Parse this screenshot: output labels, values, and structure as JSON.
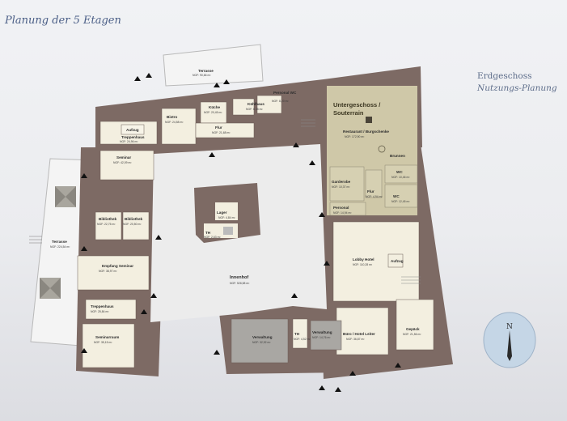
{
  "title": "Planung der 5 Etagen",
  "floor_label": "Erdgeschoss",
  "plan_label": "Nutzungs-Planung",
  "compass": "N",
  "rooms": {
    "terrasse_top": {
      "name": "Terrasse",
      "area": "NGF: 90,66 m²"
    },
    "personal": {
      "name": "Personal WC",
      "area": "NGF: 8,20 m²"
    },
    "kuehlhaus": {
      "name": "Kühlhaus",
      "area": "NGF: 6,38 m²"
    },
    "kueche": {
      "name": "Küche",
      "area": "NGF: 20,45 m²"
    },
    "bistro": {
      "name": "Bistro",
      "area": "NGF: 24,58 m²"
    },
    "flur": {
      "name": "Flur",
      "area": "NGF: 21,68 m²"
    },
    "aufzug_nw": {
      "name": "Aufzug"
    },
    "treppenhaus_nw": {
      "name": "Treppenhaus",
      "area": "NGF: 24,96 m²"
    },
    "seminar": {
      "name": "Seminar",
      "area": "NGF: 42,09 m²"
    },
    "bibliothek1": {
      "name": "Bibliothek",
      "area": "NGF: 22,75 m²"
    },
    "bibliothek2": {
      "name": "Bibliothek",
      "area": "NGF: 20,50 m²"
    },
    "terrasse_west": {
      "name": "Terrasse",
      "area": "NGF: 224,54 m²"
    },
    "empfang": {
      "name": "Empfang Seminar",
      "area": "NGF: 38,97 m²"
    },
    "treppenhaus_sw": {
      "name": "Treppenhaus",
      "area": "NGF: 25,84 m²"
    },
    "seminarraum": {
      "name": "Seminarraum",
      "area": "NGF: 35,15 m²"
    },
    "lager": {
      "name": "Lager",
      "area": "NGF: 4,84 m²"
    },
    "th": {
      "name": "TH",
      "area": "NGF: 2,63 m²"
    },
    "innenhof": {
      "name": "Innenhof",
      "area": "NGF: 526,58 m²"
    },
    "verwaltung1": {
      "name": "Verwaltung",
      "area": "NGF: 32,92 m²"
    },
    "th2": {
      "name": "TH",
      "area": "NGF: 4,52 m²"
    },
    "verwaltung2": {
      "name": "Verwaltung",
      "area": "NGF: 14,76 m²"
    },
    "untergeschoss_line1": "Untergeschoss /",
    "untergeschoss_line2": "Souterrain",
    "restaurant": {
      "name": "Restaurant / Burgschenke",
      "area": "NGF: 172,90 m²"
    },
    "brunnen": {
      "name": "Brunnen"
    },
    "garderobe": {
      "name": "Garderobe",
      "area": "NGF: 10,37 m²"
    },
    "wc1": {
      "name": "WC",
      "area": "NGF: 10,46 m²"
    },
    "wc2": {
      "name": "WC",
      "area": "NGF: 12,45 m²"
    },
    "flur2": {
      "name": "Flur",
      "area": "NGF: 4,94 m²"
    },
    "personal2": {
      "name": "Personal",
      "area": "NGF: 14,94 m²"
    },
    "lobby": {
      "name": "Lobby Hotel",
      "area": "NGF: 110,28 m²"
    },
    "aufzug_e": {
      "name": "Aufzug"
    },
    "buero": {
      "name": "Büro / Hotel Leiter",
      "area": "NGF: 36,87 m²"
    },
    "gepaeck": {
      "name": "Gepäck",
      "area": "NGF: 21,56 m²"
    }
  },
  "colors": {
    "wall": "#7d6a64",
    "room": "#f3efe0",
    "restaurant": "#cfc8a8",
    "admin": "#a9a7a3",
    "courtyard": "#ececec",
    "compass": "#c5d6e6"
  }
}
